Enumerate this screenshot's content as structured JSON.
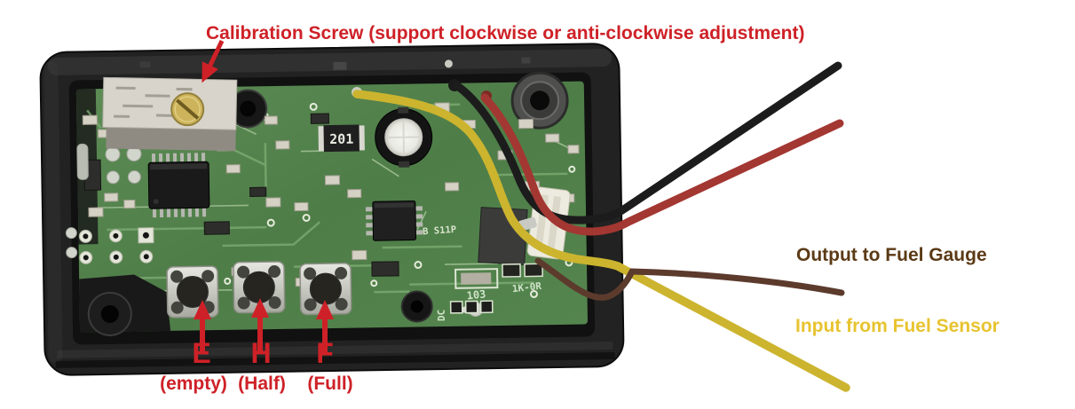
{
  "annotations": {
    "calibration": {
      "label": "Calibration Screw (support clockwise or anti-clockwise adjustment)",
      "color": "#ce2127"
    },
    "output": {
      "label": "Output to Fuel Gauge",
      "color": "#5b3a16"
    },
    "input": {
      "label": "Input from Fuel Sensor",
      "color": "#e8c32f"
    },
    "buttons": [
      {
        "key": "E",
        "caption": "(empty)"
      },
      {
        "key": "H",
        "caption": "(Half)"
      },
      {
        "key": "F",
        "caption": "(Full)"
      }
    ]
  },
  "pcb": {
    "silkscreen": {
      "resistor_code": "201",
      "cap_code": "103",
      "divider_label": "1K-0R",
      "dc_label": "DC",
      "ref_label": "B S11P"
    }
  },
  "wires": [
    {
      "name": "black",
      "color": "#1c1c1c"
    },
    {
      "name": "red",
      "color": "#a33732"
    },
    {
      "name": "brown",
      "color": "#5c3b2d",
      "label": "Output to Fuel Gauge"
    },
    {
      "name": "yellow",
      "color": "#ccb42f",
      "label": "Input from Fuel Sensor"
    }
  ]
}
